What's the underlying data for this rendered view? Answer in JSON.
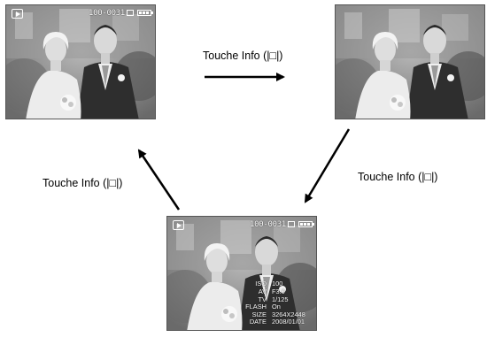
{
  "screens": {
    "top_left": {
      "file_number": "100-0031",
      "info_visible": false
    },
    "top_right": {
      "info_visible": false
    },
    "bottom": {
      "file_number": "100-0031",
      "info_visible": true,
      "info": [
        {
          "label": "ISO",
          "value": "100"
        },
        {
          "label": "AV",
          "value": "F3.0"
        },
        {
          "label": "TV",
          "value": "1/125"
        },
        {
          "label": "FLASH",
          "value": "On"
        },
        {
          "label": "SIZE",
          "value": "3264X2448"
        },
        {
          "label": "DATE",
          "value": "2008/01/01"
        }
      ]
    }
  },
  "captions": {
    "top": "Touche Info  (|□|)",
    "right": "Touche Info  (|□|)",
    "left": "Touche Info  (|□|)"
  },
  "icons": [
    "play-mode-icon",
    "memory-card-icon",
    "battery-icon"
  ]
}
